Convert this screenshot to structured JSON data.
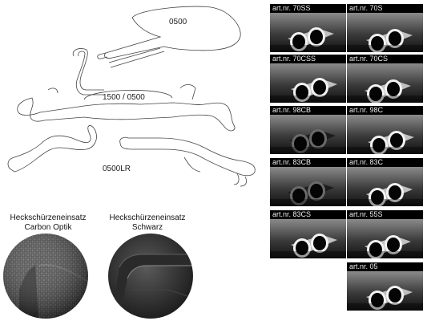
{
  "diagram": {
    "labels": {
      "rear_silencer": "0500",
      "middle_silencer": "1500 / 0500",
      "front_pipe": "0500LR"
    }
  },
  "bumper_inserts": [
    {
      "line1": "Heckschürzeneinsatz",
      "line2": "Carbon Optik",
      "style": "carbon"
    },
    {
      "line1": "Heckschürzeneinsatz",
      "line2": "Schwarz",
      "style": "black"
    }
  ],
  "tiles": [
    {
      "label": "art.nr. 70SS",
      "finish": "steel"
    },
    {
      "label": "art.nr. 70S",
      "finish": "steel"
    },
    {
      "label": "art.nr. 70CSS",
      "finish": "steel"
    },
    {
      "label": "art.nr. 70CS",
      "finish": "steel"
    },
    {
      "label": "art.nr. 98CB",
      "finish": "black"
    },
    {
      "label": "art.nr. 98C",
      "finish": "steel"
    },
    {
      "label": "art.nr. 83CB",
      "finish": "black"
    },
    {
      "label": "art.nr. 83C",
      "finish": "steel"
    },
    {
      "label": "art.nr. 83CS",
      "finish": "steel"
    },
    {
      "label": "art.nr. 55S",
      "finish": "steel"
    },
    {
      "label": "art.nr. 05",
      "finish": "steel"
    }
  ]
}
